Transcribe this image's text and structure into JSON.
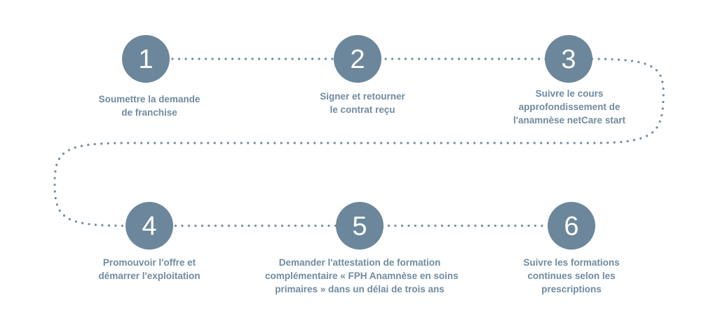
{
  "colors": {
    "circle": "#6c879b",
    "connector": "#6f8ba0",
    "label_text": "#6f8ba0",
    "number_text": "#ffffff"
  },
  "steps": [
    {
      "number": "1",
      "lines": [
        "Soumettre la demande",
        "de franchise"
      ]
    },
    {
      "number": "2",
      "lines": [
        "Signer et retourner",
        "le contrat reçu"
      ]
    },
    {
      "number": "3",
      "lines": [
        "Suivre le cours",
        "approfondissement de",
        "l'anamnèse netCare start"
      ]
    },
    {
      "number": "4",
      "lines": [
        "Promouvoir l'offre et",
        "démarrer l'exploitation"
      ]
    },
    {
      "number": "5",
      "lines": [
        "Demander l'attestation de formation",
        "complémentaire « FPH Anamnèse en soins",
        "primaires » dans un délai de trois ans"
      ]
    },
    {
      "number": "6",
      "lines": [
        "Suivre les formations",
        "continues selon les",
        "prescriptions"
      ]
    }
  ]
}
